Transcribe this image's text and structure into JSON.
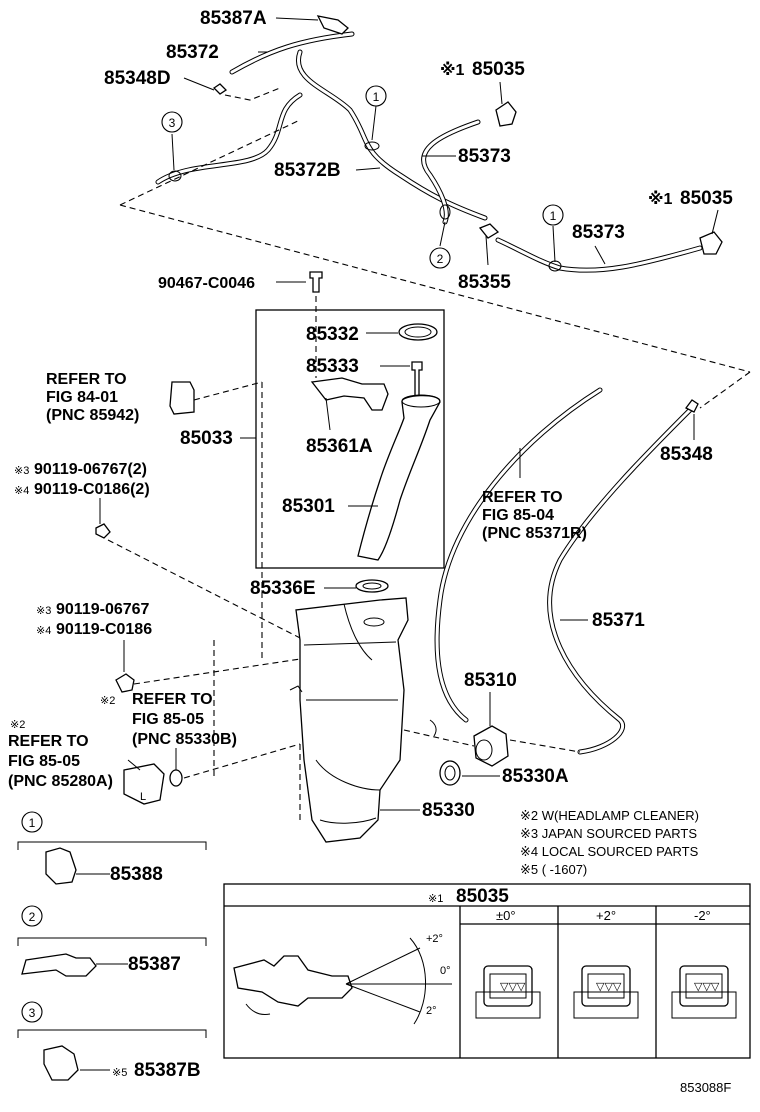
{
  "labels": {
    "p85387A": "85387A",
    "p85372": "85372",
    "p85348D": "85348D",
    "p85035_top_mark": "※1",
    "p85035_top": "85035",
    "p85372B": "85372B",
    "p85373_a": "85373",
    "p85035_right_mark": "※1",
    "p85035_right": "85035",
    "p85373_b": "85373",
    "p85355": "85355",
    "p90467": "90467-C0046",
    "p85332": "85332",
    "p85333": "85333",
    "p85361A": "85361A",
    "p85033": "85033",
    "p85301": "85301",
    "p85348": "85348",
    "p85336E": "85336E",
    "p85371": "85371",
    "p85310": "85310",
    "p85330A": "85330A",
    "p85330": "85330",
    "p85388": "85388",
    "p85387": "85387",
    "p85387B_mark": "※5",
    "p85387B": "85387B"
  },
  "refs": {
    "fig8401": [
      "REFER TO",
      "FIG 84-01",
      "(PNC 85942)"
    ],
    "fig8504": [
      "REFER TO",
      "FIG 85-04",
      "(PNC 85371R)"
    ],
    "fig8505_330b_mark": "※2",
    "fig8505_330b": [
      "REFER TO",
      "FIG 85-05",
      "(PNC 85330B)"
    ],
    "fig8505_280a_mark": "※2",
    "fig8505_280a": [
      "REFER TO",
      "FIG 85-05",
      "(PNC 85280A)"
    ]
  },
  "bolts": {
    "upper_line1_mark": "※3",
    "upper_line1": "90119-06767(2)",
    "upper_line2_mark": "※4",
    "upper_line2": "90119-C0186(2)",
    "lower_line1_mark": "※3",
    "lower_line1": "90119-06767",
    "lower_line2_mark": "※4",
    "lower_line2": "90119-C0186"
  },
  "notes": {
    "n2": "※2 W(HEADLAMP CLEANER)",
    "n3": "※3 JAPAN SOURCED PARTS",
    "n4": "※4 LOCAL SOURCED PARTS",
    "n5": "※5 (       -1607)"
  },
  "callouts": [
    "1",
    "2",
    "3"
  ],
  "inset": {
    "title_mark": "※1",
    "title": "85035",
    "angle_plus": "+2°",
    "angle_zero": "0°",
    "angle_minus": "2°",
    "columns": [
      "±0°",
      "+2°",
      "-2°"
    ]
  },
  "footer_code": "853088F",
  "marker_L": "L"
}
